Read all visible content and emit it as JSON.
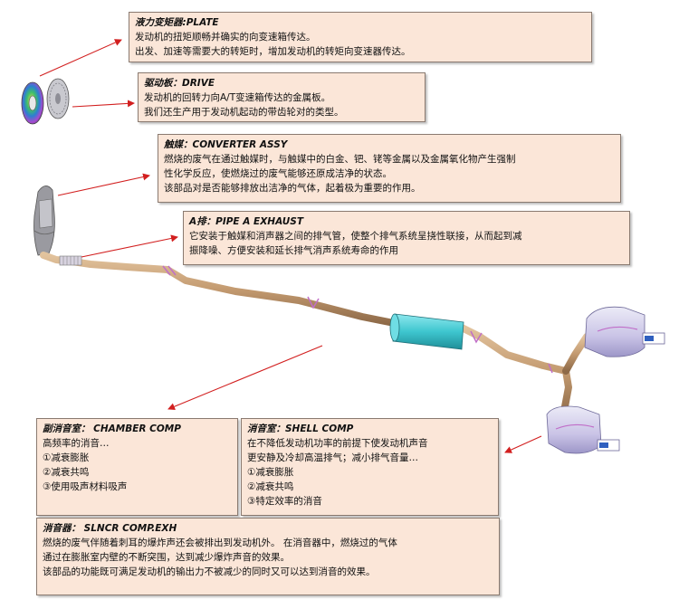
{
  "colors": {
    "box_bg": "#fbe6d8",
    "box_border": "#8a7a70",
    "arrow": "#d21f1f",
    "pipe": "#c8a27a",
    "muffler": "#3ec6cf",
    "silencer": "#c9c3e6"
  },
  "callouts": {
    "torque_converter": {
      "title": "液力变矩器:PLATE",
      "lines": [
        "发动机的扭矩顺畅并确实的向变速箱传达。",
        "出发、加速等需要大的转矩时，增加发动机的转矩向变速器传达。"
      ]
    },
    "drive_plate": {
      "title": "驱动板：DRIVE",
      "lines": [
        "发动机的回转力向A/T变速箱传达的金属板。",
        "我们还生产用于发动机起动的带齿轮对的类型。"
      ]
    },
    "catalyst": {
      "title": "触媒：CONVERTER  ASSY",
      "lines": [
        "燃烧的废气在通过触媒时，与触媒中的白金、钯、铑等金属以及金属氧化物产生强制",
        "性化学反应，使燃烧过的废气能够还原成洁净的状态。",
        "该部品对是否能够排放出洁净的气体，起着极为重要的作用。"
      ]
    },
    "a_pipe": {
      "title": "A排：PIPE A EXHAUST",
      "lines": [
        "它安装于触媒和消声器之间的排气管，使整个排气系统呈挠性联接，从而起到减",
        "振降噪、方便安装和延长排气消声系统寿命的作用"
      ]
    },
    "sub_chamber": {
      "title": "副消音室： CHAMBER COMP",
      "lines": [
        "高频率的消音…",
        "①减衰膨胀",
        "②减衰共鸣",
        "③使用吸声材料吸声"
      ]
    },
    "shell": {
      "title": "消音室：SHELL COMP",
      "lines": [
        "在不降低发动机功率的前提下使发动机声音",
        "更安静及冷却高温排气；减小排气音量…",
        "①减衰膨胀",
        "②减衰共鸣",
        "③特定效率的消音"
      ]
    },
    "silencer": {
      "title": "消音器： SLNCR COMP.EXH",
      "lines": [
        "燃烧的废气伴随着刺耳的爆炸声还会被排出到发动机外。 在消音器中，燃烧过的气体",
        "通过在膨胀室内壁的不断突围，达到减少爆炸声音的效果。",
        "该部品的功能既可满足发动机的输出力不被减少的同时又可以达到消音的效果。"
      ]
    }
  }
}
